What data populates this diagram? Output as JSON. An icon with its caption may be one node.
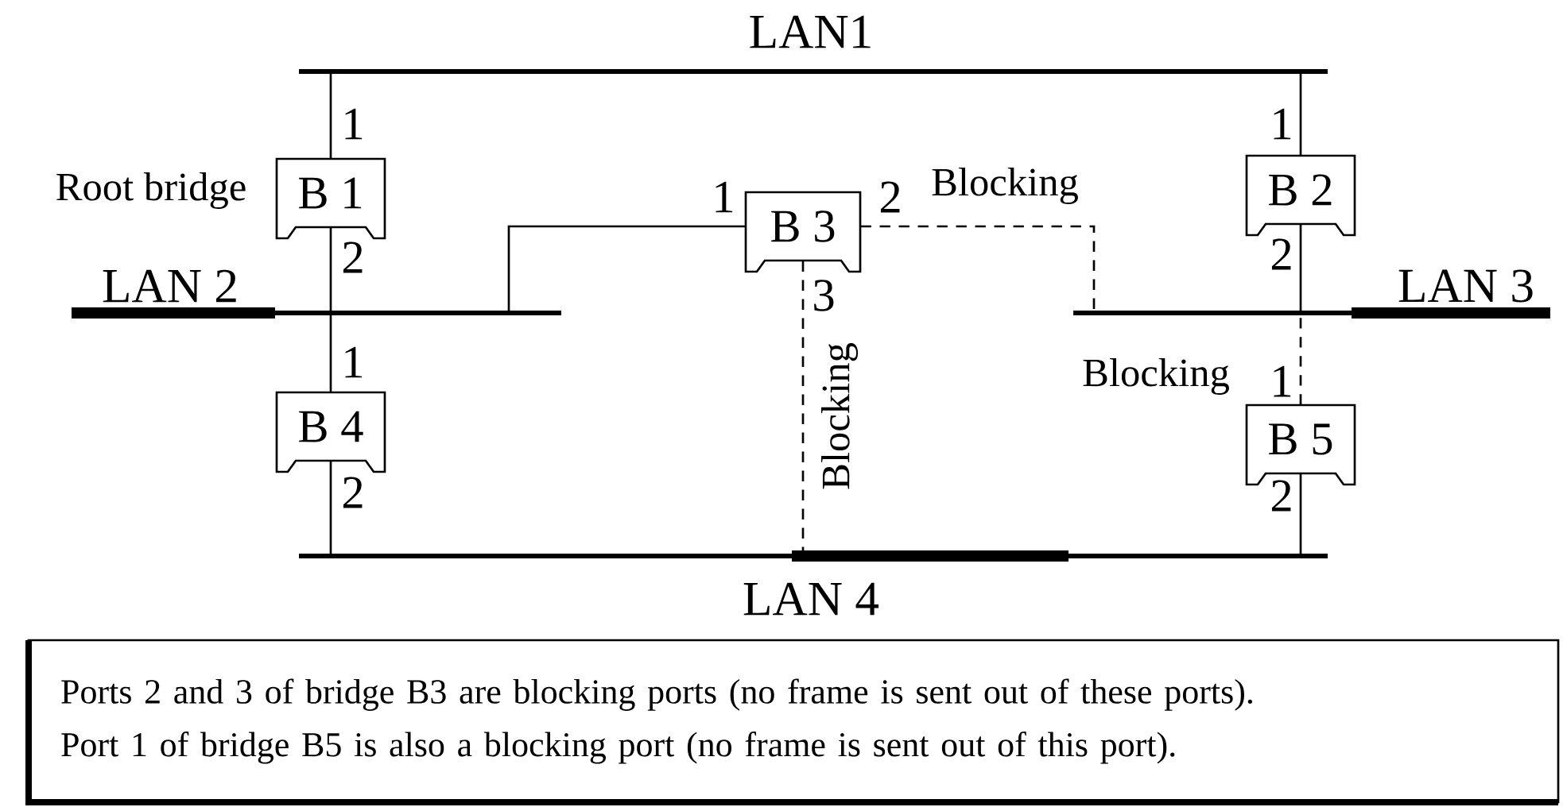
{
  "diagram": {
    "nodes": [
      {
        "text": [
          "LAN1"
        ]
      },
      {
        "text": [
          "B 1"
        ],
        "beside": [
          "Root bridge"
        ]
      },
      {
        "text": [
          "B 3"
        ]
      },
      {
        "text": [
          "B 2"
        ]
      },
      {
        "text": [
          "LAN 2"
        ]
      },
      {
        "text": [
          "LAN 3"
        ]
      },
      {
        "text": [
          "B 4"
        ]
      },
      {
        "text": [
          "B 5"
        ]
      },
      {
        "text": [
          "LAN 4"
        ]
      },
      {
        "text": [
          "Ports 2 and 3 of bridge B3 are blocking ports (no frame is sent out of these ports).",
          "Port 1 of bridge B5 is also a blocking port (no frame is sent out of this port)."
        ]
      }
    ],
    "edges": [
      {
        "from": 1,
        "to": 0,
        "arrow": "none",
        "label": "1"
      },
      {
        "from": 1,
        "to": 4,
        "arrow": "none",
        "label": "2"
      },
      {
        "from": 6,
        "to": 4,
        "arrow": "none",
        "label": "1"
      },
      {
        "from": 6,
        "to": 8,
        "arrow": "none",
        "label": "2"
      },
      {
        "from": 2,
        "to": 4,
        "arrow": "none",
        "label": "1"
      },
      {
        "from": 2,
        "to": 5,
        "arrow": "none",
        "label": "2",
        "style": "dashed"
      },
      {
        "from": 2,
        "to": 8,
        "arrow": "none",
        "label": "3",
        "style": "dashed"
      },
      {
        "from": 3,
        "to": 0,
        "arrow": "none",
        "label": "1"
      },
      {
        "from": 3,
        "to": 5,
        "arrow": "none",
        "label": "2"
      },
      {
        "from": 7,
        "to": 5,
        "arrow": "none",
        "label": "1",
        "style": "dashed"
      },
      {
        "from": 7,
        "to": 8,
        "arrow": "none",
        "label": "2"
      }
    ],
    "labels": [
      "Blocking",
      "Blocking",
      "Blocking"
    ]
  }
}
